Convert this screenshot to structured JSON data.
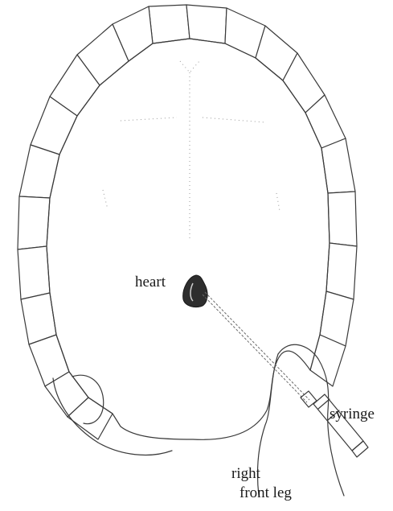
{
  "labels": {
    "heart": "heart",
    "syringe": "syringe",
    "leg_line1": "right",
    "leg_line2": "front leg"
  },
  "colors": {
    "line": "#3a3a3a",
    "heart_fill": "#2e2e2e",
    "background": "#ffffff"
  }
}
